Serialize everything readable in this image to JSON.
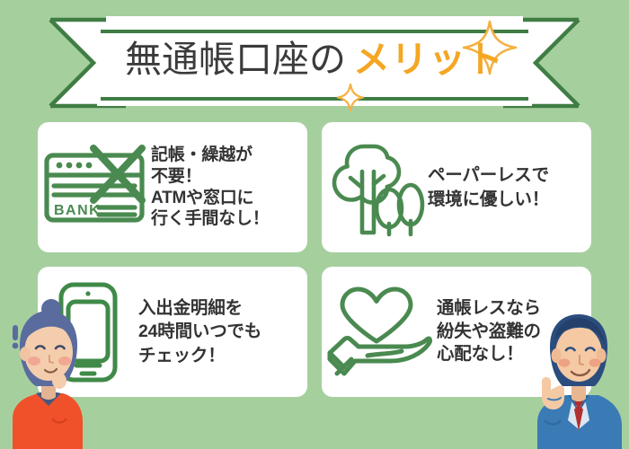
{
  "page": {
    "background_color": "#a6cf9e",
    "card_background_color": "#ffffff",
    "icon_color": "#3f8a48",
    "text_color": "#333333"
  },
  "header": {
    "title_main": "無通帳口座の",
    "title_accent": "メリット",
    "title_main_color": "#3b3b3b",
    "title_accent_color": "#f5a623",
    "ribbon_color": "#ffffff",
    "ribbon_line_color": "#3f7d45",
    "sparkle_color": "#f5b042",
    "sparkles": [
      "sparkle-large",
      "sparkle-small"
    ]
  },
  "cards": [
    {
      "id": "card-1",
      "icon": "bankbook-crossed-out-icon",
      "icon_label": "BANK",
      "lines": [
        "記帳・繰越が",
        "不要！",
        "ATMや窓口に",
        "行く手間なし！"
      ]
    },
    {
      "id": "card-2",
      "icon": "trees-icon",
      "lines": [
        "ペーパーレスで",
        "環境に優しい！"
      ]
    },
    {
      "id": "card-3",
      "icon": "smartphone-icon",
      "lines": [
        "入出金明細を",
        "24時間いつでも",
        "チェック！"
      ]
    },
    {
      "id": "card-4",
      "icon": "heart-in-hand-icon",
      "lines": [
        "通帳レスなら",
        "紛失や盗難の",
        "心配なし！"
      ]
    }
  ],
  "characters": [
    {
      "id": "character-left",
      "name": "woman-illustration",
      "description": "woman with hair bun in orange sweater with exclamation mark",
      "hair_color": "#5a6b9e",
      "clothing_color": "#f0512a",
      "skin_color": "#f4cdad",
      "accent_mark": "!"
    },
    {
      "id": "character-right",
      "name": "businessman-illustration",
      "description": "businessman in blue suit with red tie pointing up",
      "hair_color": "#2b4d7e",
      "clothing_color": "#3b7bb5",
      "skin_color": "#f4c9a4",
      "tie_color": "#b03030"
    }
  ]
}
